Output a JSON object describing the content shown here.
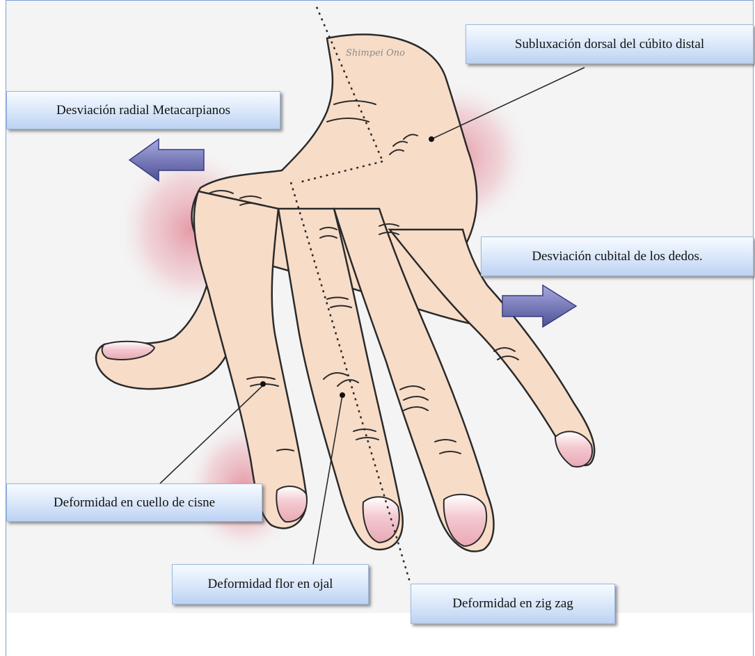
{
  "signature": "Shimpei Ono",
  "labels": {
    "radial": "Desviación radial Metacarpianos",
    "cubito": "Subluxación dorsal del cúbito distal",
    "cubital": "Desviación cubital de los dedos.",
    "cisne": "Deformidad en cuello de cisne",
    "flor": "Deformidad flor en ojal",
    "zigzag": "Deformidad en zig zag"
  },
  "colors": {
    "skin": "#f7dcc8",
    "outline": "#2a2a2a",
    "inflammation": "#e07c8c",
    "arrow": "#6c6fb0",
    "label_border": "#9ab7e0",
    "frame": "#7aa0d6"
  }
}
